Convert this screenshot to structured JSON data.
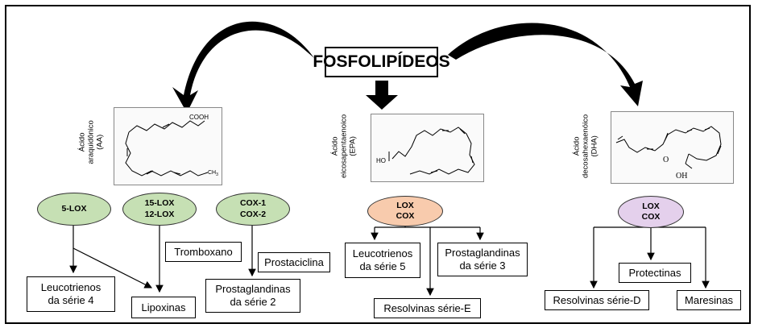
{
  "title": "FOSFOLIPÍDEOS",
  "colors": {
    "lox_green": "#c6e0b4",
    "lox_cox_orange": "#f8cbad",
    "lox_cox_purple": "#e4d0ec"
  },
  "branches": {
    "aa": {
      "molecule_label": "Ácido\naraquidônico\n(AA)",
      "mol_text_cooh": "COOH",
      "mol_text_ch3": "CH",
      "mol_text_ch3_sub": "3",
      "enzymes": [
        "5-LOX",
        "15-LOX\n12-LOX",
        "COX-1\nCOX-2"
      ],
      "products": {
        "leucotrienos": "Leucotrienos\nda série 4",
        "lipoxinas": "Lipoxinas",
        "tromboxano": "Tromboxano",
        "prostaciclina": "Prostaciclina",
        "prostaglandinas": "Prostaglandinas\nda série 2"
      }
    },
    "epa": {
      "molecule_label": "Ácido\neicosapentaenoico\n(EPA)",
      "mol_text_ho": "HO",
      "enzyme": "LOX\nCOX",
      "products": {
        "leucotrienos": "Leucotrienos\nda série 5",
        "prostaglandinas": "Prostaglandinas\nda série 3",
        "resolvinas": "Resolvinas série-E"
      }
    },
    "dha": {
      "molecule_label": "Ácido\ndecosahexaenóico\n(DHA)",
      "mol_text_o": "O",
      "mol_text_oh": "OH",
      "enzyme": "LOX\nCOX",
      "products": {
        "protectinas": "Protectinas",
        "resolvinas": "Resolvinas série-D",
        "maresinas": "Maresinas"
      }
    }
  }
}
